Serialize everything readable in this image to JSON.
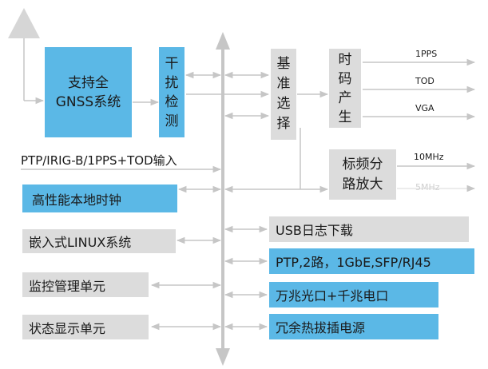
{
  "blocks": {
    "gnss": "支持全\nGNSS系统",
    "interference": "干\n扰\n检\n测",
    "reference": "基\n准\n选\n择",
    "timecode": "时\n码\n产\n生",
    "freq_div": "标频分\n路放大",
    "high_perf_clock": "高性能本地时钟",
    "embedded_linux": "嵌入式LINUX系统",
    "monitor_unit": "监控管理单元",
    "status_display": "状态显示单元",
    "usb_log": "USB日志下载",
    "ptp_ports": "PTP,2路，1GbE,SFP/RJ45",
    "optical_electrical": "万兆光口+千兆电口",
    "redundant_power": "冗余热拔插电源"
  },
  "input_label": "PTP/IRIG-B/1PPS+TOD输入",
  "outputs": {
    "pps": "1PPS",
    "tod": "TOD",
    "vga": "VGA",
    "mhz10": "10MHz",
    "mhz5": "5MHz"
  },
  "colors": {
    "blue_block": "#5bb8e6",
    "gray_block": "#dcdcdc",
    "bus_arrow": "#c6c6c6"
  }
}
